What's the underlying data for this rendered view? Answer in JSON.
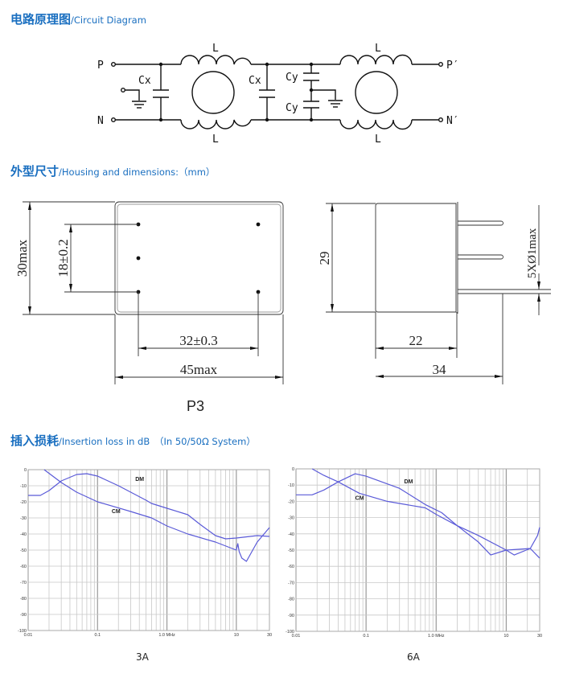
{
  "sections": {
    "circuit": {
      "cn": "电路原理图",
      "en": "/Circuit Diagram"
    },
    "housing": {
      "cn": "外型尺寸",
      "en": "/Housing and dimensions:（mm）"
    },
    "insertion": {
      "cn": "插入损耗",
      "en": "/Insertion loss in dB　（In 50/50Ω System）"
    }
  },
  "circuit": {
    "p_in": "P",
    "n_in": "N",
    "p_out": "P′",
    "n_out": "N′",
    "inductor": "L",
    "cx": "Cx",
    "cy": "Cy"
  },
  "dimensions": {
    "height_front": "30max",
    "pin_pitch_v": "18±0.2",
    "pin_pitch_h": "32±0.3",
    "width": "45max",
    "model": "P3",
    "height_side": "29",
    "body_depth": "22",
    "total_depth": "34",
    "pin_spec": "5XØ1max"
  },
  "chart_data": [
    {
      "type": "line",
      "title": "3A",
      "xscale": "log",
      "xlim": [
        0.01,
        30
      ],
      "ylim": [
        -100,
        0
      ],
      "xticks": [
        {
          "v": 0.01,
          "t": "0.01"
        },
        {
          "v": 0.1,
          "t": "0.1"
        },
        {
          "v": 1,
          "t": "1.0  MHz"
        },
        {
          "v": 10,
          "t": "10"
        },
        {
          "v": 30,
          "t": "30"
        }
      ],
      "yticks": [
        0,
        -10,
        -20,
        -30,
        -40,
        -50,
        -60,
        -70,
        -80,
        -90,
        -100
      ],
      "grid": true,
      "color": "#5a5ad8",
      "series": [
        {
          "name": "DM",
          "label_at": [
            0.35,
            -7
          ],
          "x": [
            0.01,
            0.015,
            0.02,
            0.03,
            0.05,
            0.07,
            0.1,
            0.2,
            0.5,
            0.6,
            1,
            2,
            3,
            5,
            7,
            10,
            20,
            30
          ],
          "y": [
            -16,
            -16,
            -13,
            -7,
            -3,
            -2.5,
            -4,
            -10,
            -19,
            -21,
            -24,
            -28,
            -34,
            -41,
            -43,
            -42.5,
            -41,
            -41.5
          ]
        },
        {
          "name": "CM",
          "label_at": [
            0.16,
            -27
          ],
          "x": [
            0.017,
            0.03,
            0.05,
            0.1,
            0.3,
            0.6,
            1,
            2,
            5,
            10,
            10.5,
            11,
            12,
            14,
            20,
            30
          ],
          "y": [
            0,
            -8,
            -14,
            -20,
            -26,
            -30,
            -35,
            -40,
            -45,
            -50,
            -46,
            -51,
            -55,
            -57,
            -45,
            -36
          ]
        }
      ]
    },
    {
      "type": "line",
      "title": "6A",
      "xscale": "log",
      "xlim": [
        0.01,
        30
      ],
      "ylim": [
        -100,
        0
      ],
      "xticks": [
        {
          "v": 0.01,
          "t": "0.01"
        },
        {
          "v": 0.1,
          "t": "0.1"
        },
        {
          "v": 1,
          "t": "1.0  MHz"
        },
        {
          "v": 10,
          "t": "10"
        },
        {
          "v": 30,
          "t": "30"
        }
      ],
      "yticks": [
        0,
        -10,
        -20,
        -30,
        -40,
        -50,
        -60,
        -70,
        -80,
        -90,
        -100
      ],
      "grid": true,
      "color": "#5a5ad8",
      "series": [
        {
          "name": "DM",
          "label_at": [
            0.35,
            -9
          ],
          "x": [
            0.01,
            0.017,
            0.025,
            0.04,
            0.07,
            0.1,
            0.3,
            0.7,
            1.2,
            2,
            4,
            6,
            10,
            15,
            22,
            28,
            30
          ],
          "y": [
            -16,
            -16,
            -13,
            -8,
            -3,
            -4.5,
            -12,
            -22,
            -27,
            -35,
            -45,
            -53,
            -50,
            -49.5,
            -49,
            -41,
            -36
          ]
        },
        {
          "name": "CM",
          "label_at": [
            0.07,
            -19
          ],
          "x": [
            0.017,
            0.025,
            0.04,
            0.08,
            0.2,
            0.7,
            1,
            2,
            4,
            10,
            13,
            22,
            30
          ],
          "y": [
            0,
            -4,
            -8,
            -15,
            -20,
            -24,
            -28,
            -35,
            -41,
            -50,
            -53,
            -49,
            -55
          ]
        }
      ]
    }
  ]
}
